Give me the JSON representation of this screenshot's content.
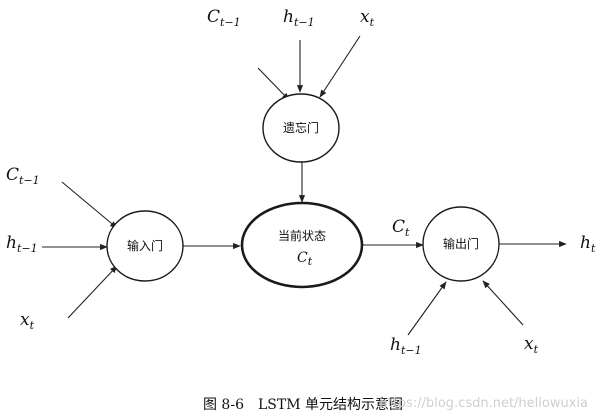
{
  "nodes": {
    "forget": {
      "label": "遗忘门"
    },
    "input": {
      "label": "输入门"
    },
    "state": {
      "label": "当前状态",
      "var": {
        "base": "C",
        "sub": "t"
      }
    },
    "output": {
      "label": "输出门"
    }
  },
  "vars": {
    "top_c": {
      "base": "C",
      "sub": "t−1"
    },
    "top_h": {
      "base": "h",
      "sub": "t−1"
    },
    "top_x": {
      "base": "x",
      "sub": "t"
    },
    "left_c": {
      "base": "C",
      "sub": "t−1"
    },
    "left_h": {
      "base": "h",
      "sub": "t−1"
    },
    "left_x": {
      "base": "x",
      "sub": "t"
    },
    "ct_edge": {
      "base": "C",
      "sub": "t"
    },
    "out_h": {
      "base": "h",
      "sub": "t"
    },
    "bot_h": {
      "base": "h",
      "sub": "t−1"
    },
    "bot_x": {
      "base": "x",
      "sub": "t"
    }
  },
  "caption": "图 8-6　LSTM 单元结构示意图",
  "watermark": "https://blog.csdn.net/hellowuxia"
}
